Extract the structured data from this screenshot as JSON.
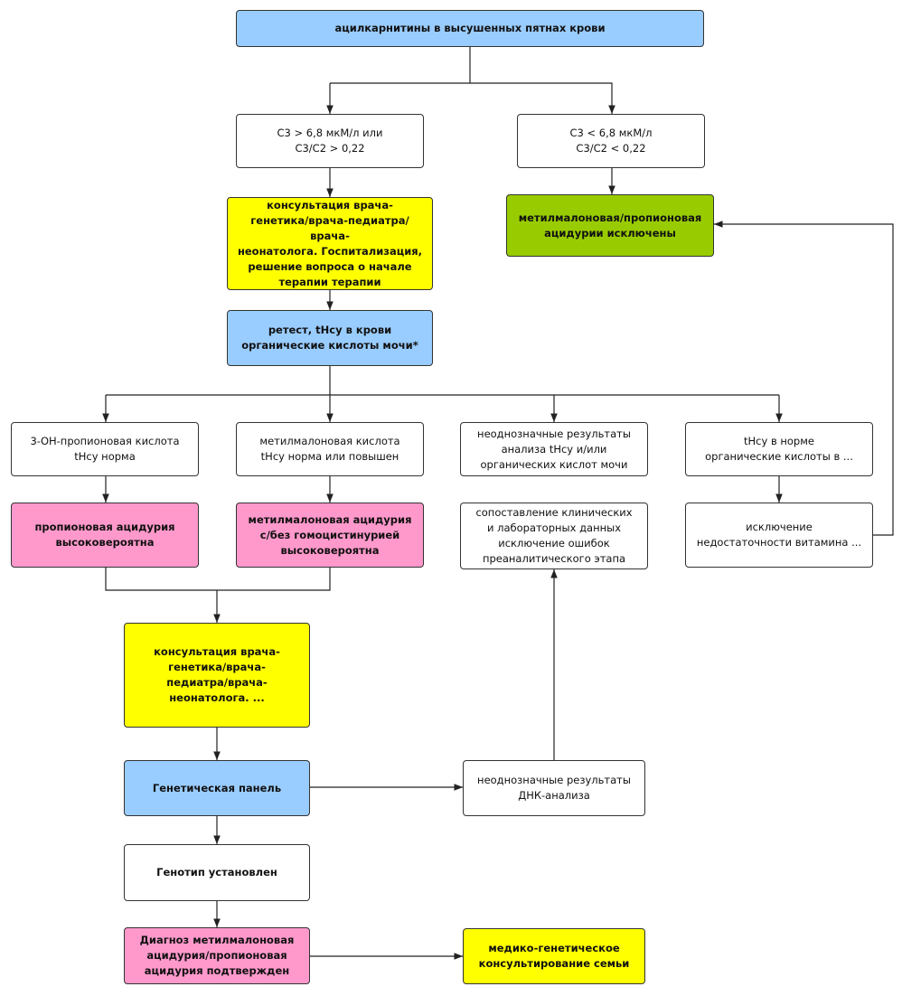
{
  "nodes": {
    "acylcarnitines": "ацилкарнитины в высушенных пятнах крови",
    "c3_high": "C3 > 6,8 мкМ/л или\nC3/C2 > 0,22",
    "c3_low": "C3 < 6,8 мкМ/л\nC3/C2 < 0,22",
    "consult_initial": "консультация врача-\nгенетика/врача-педиатра/врача-\nнеонатолога. Госпитализация,\nрешение вопроса о начале\nтерапии терапии",
    "excluded": "метилмалоновая/пропионовая\nацидурии исключены",
    "retest": "ретест, tHcy в  крови\nорганические кислоты мочи*",
    "oh_propionic": "3-ОН-пропионовая кислота\ntHcy норма",
    "methylmalonic_acid": "метилмалоновая кислота\ntHcy норма или повышен",
    "ambiguous_analysis": "неоднозначные результаты\nанализа tHcy и/или\nорганических кислот мочи",
    "thcy_normal": "tHcy в норме\nорганические кислоты в ...",
    "propionic_likely": "пропионовая ацидурия\nвысоковероятна",
    "mma_likely": "метилмалоновая ацидурия\nс/без гомоцистинурией\nвысоковероятна",
    "comparison": "сопоставление клинических\nи лабораторных данных\nисключение ошибок\nпреаналитического этапа",
    "vitamin_exclusion": "исключение\nнедостаточности витамина ...",
    "consult_second": "консультация врача-\nгенетика/врача-\nпедиатра/врача-\nнеонатолога. ...",
    "genetic_panel": "Генетическая панель",
    "dna_ambiguous": "неоднозначные результаты\nДНК-анализа",
    "genotype": "Генотип установлен",
    "diagnosis": "Диагноз  метилмалоновая\nацидурия/пропионовая\nацидурия подтвержден",
    "family_counseling": "медико-генетическое\nконсультирование семьи"
  },
  "colors": {
    "blue": "#99ccff",
    "yellow": "#ffff00",
    "green": "#99cc00",
    "pink": "#ff99cc",
    "white": "#ffffff",
    "line": "#333333"
  }
}
